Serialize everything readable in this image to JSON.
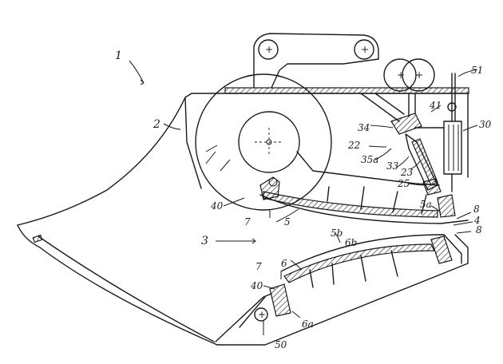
{
  "labels": {
    "l1": "1",
    "l2": "2",
    "l3": "3",
    "l4": "4",
    "l5": "5",
    "l5a": "5a",
    "l5b": "5b",
    "l6": "6",
    "l6a": "6a",
    "l6b": "6b",
    "l7_top": "7",
    "l7_bottom": "7",
    "l8_top": "8",
    "l8_bottom": "8",
    "l22": "22",
    "l23": "23",
    "l25": "25",
    "l30": "30",
    "l33": "33",
    "l34": "34",
    "l35a": "35a",
    "l40_top": "40",
    "l40_bottom": "40",
    "l41": "41",
    "l50": "50",
    "l51": "51"
  },
  "colors": {
    "line": "#1a1a1a",
    "background": "#ffffff"
  }
}
